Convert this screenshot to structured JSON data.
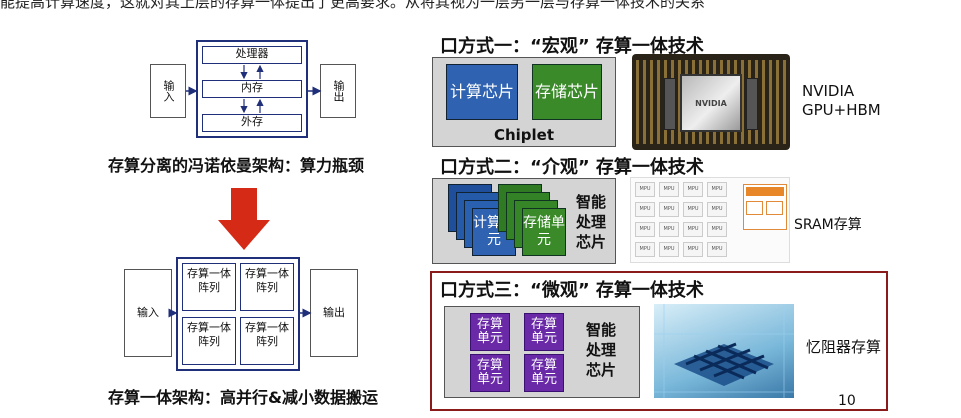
{
  "top_banner": "能提高计算速度，这就对其上层的存算一体提出了更高要求。从将其视为一层另一层与存算一体技术的关系",
  "left": {
    "von_neumann": {
      "input": "输入",
      "output": "输出",
      "processor": "处理器",
      "memory": "内存",
      "storage": "外存",
      "caption": "存算分离的冯诺依曼架构：算力瓶颈"
    },
    "cim": {
      "input": "输入",
      "output": "输出",
      "cells": [
        "存算一体阵列",
        "存算一体阵列",
        "存算一体阵列",
        "存算一体阵列"
      ],
      "caption": "存算一体架构：高并行&减小数据搬运"
    },
    "arrow_color": "#d42a16"
  },
  "right": {
    "macro": {
      "title": "口方式一：“宏观” 存算一体技术",
      "compute": "计算芯片",
      "store": "存储芯片",
      "chiplet": "Chiplet",
      "label": "NVIDIA GPU+HBM",
      "gpu_brand": "NVIDIA"
    },
    "meso": {
      "title": "口方式二：“介观” 存算一体技术",
      "compute": "计算单元",
      "store": "存储单元",
      "proc": "智能处理芯片",
      "label": "SRAM存算",
      "mpu": "MPU"
    },
    "micro": {
      "title": "口方式三：“微观” 存算一体技术",
      "cell": "存算单元",
      "proc": "智能处理芯片",
      "label": "忆阻器存算"
    }
  },
  "page_number": "10",
  "colors": {
    "blue_chip": "#2f62b0",
    "green_chip": "#3a8a2a",
    "purple_chip": "#6a2aa8",
    "frame": "#8b1a1a",
    "navy": "#1f2f7a"
  }
}
